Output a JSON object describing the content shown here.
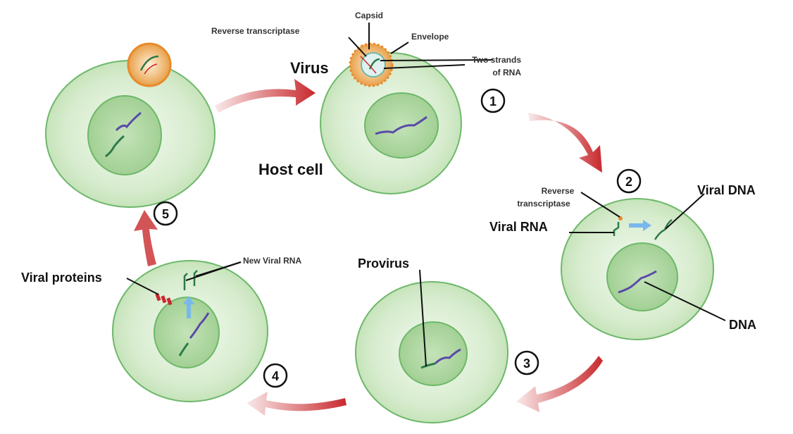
{
  "diagram": {
    "labels": {
      "capsid": "Capsid",
      "reverse_transcriptase_top": "Reverse transcriptase",
      "envelope": "Envelope",
      "two_strands_1": "Two strands",
      "two_strands_2": "of RNA",
      "virus": "Virus",
      "host_cell": "Host cell",
      "reverse_1": "Reverse",
      "reverse_2": "transcriptase",
      "viral_dna": "Viral DNA",
      "viral_rna": "Viral RNA",
      "dna": "DNA",
      "provirus": "Provirus",
      "new_viral_rna": "New Viral RNA",
      "viral_proteins": "Viral proteins"
    },
    "steps": [
      "1",
      "2",
      "3",
      "4",
      "5"
    ],
    "colors": {
      "cell_fill": "#cfe8c4",
      "cell_stroke": "#6db86a",
      "nucleus_fill": "#a9d49c",
      "arrow": "#c8292d",
      "virus_envelope": "#e88a2a",
      "dna": "#5a4aa8",
      "viral_strand": "#2d7a4a",
      "transcription_arrow": "#79b8ec"
    }
  }
}
